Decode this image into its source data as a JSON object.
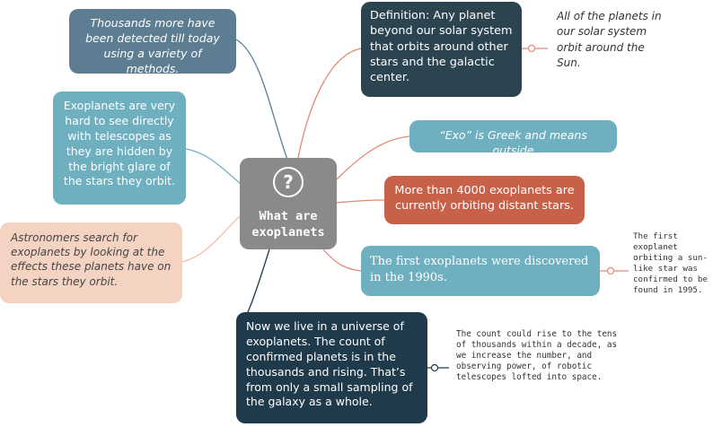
{
  "center": {
    "icon": "question-circle-icon",
    "title": "What are exoplanets"
  },
  "nodes": {
    "detected": "Thousands more have been detected till today using a variety of methods.",
    "hard_to_see": "Exoplanets are very hard to see directly with telescopes as they are hidden by the bright glare of the stars they orbit.",
    "astronomers": "Astronomers search for exoplanets by looking at the effects these planets have on the stars they orbit.",
    "definition": "Definition: Any planet beyond our solar system that orbits around other stars and the galactic center.",
    "exo_greek": "“Exo” is Greek and means outside",
    "more_than_4000": "More than 4000 exoplanets are currently orbiting distant stars.",
    "first_discovered": "The first exoplanets were discovered in the 1990s.",
    "universe": "Now we live in a universe of exoplanets. The count of confirmed planets is in the thousands and rising. That’s from only a small sampling of the galaxy as a whole."
  },
  "notes": {
    "solar_system": "All of the planets in our solar system orbit around the Sun.",
    "first_sunlike": "The first exoplanet orbiting a sun-like star was confirmed to be found in 1995.",
    "count_rise": "The count could rise to the tens of thousands within a decade, as we increase the number, and observing power, of robotic telescopes lofted into space."
  },
  "colors": {
    "center": "#8a8a8a",
    "slate_blue": "#5d7e92",
    "teal": "#6fb0c0",
    "peach": "#f4d3c2",
    "dark_navy": "#2c4350",
    "rust": "#c8614a",
    "deep_navy": "#1f3a4a",
    "link_coral": "#e08a75"
  }
}
